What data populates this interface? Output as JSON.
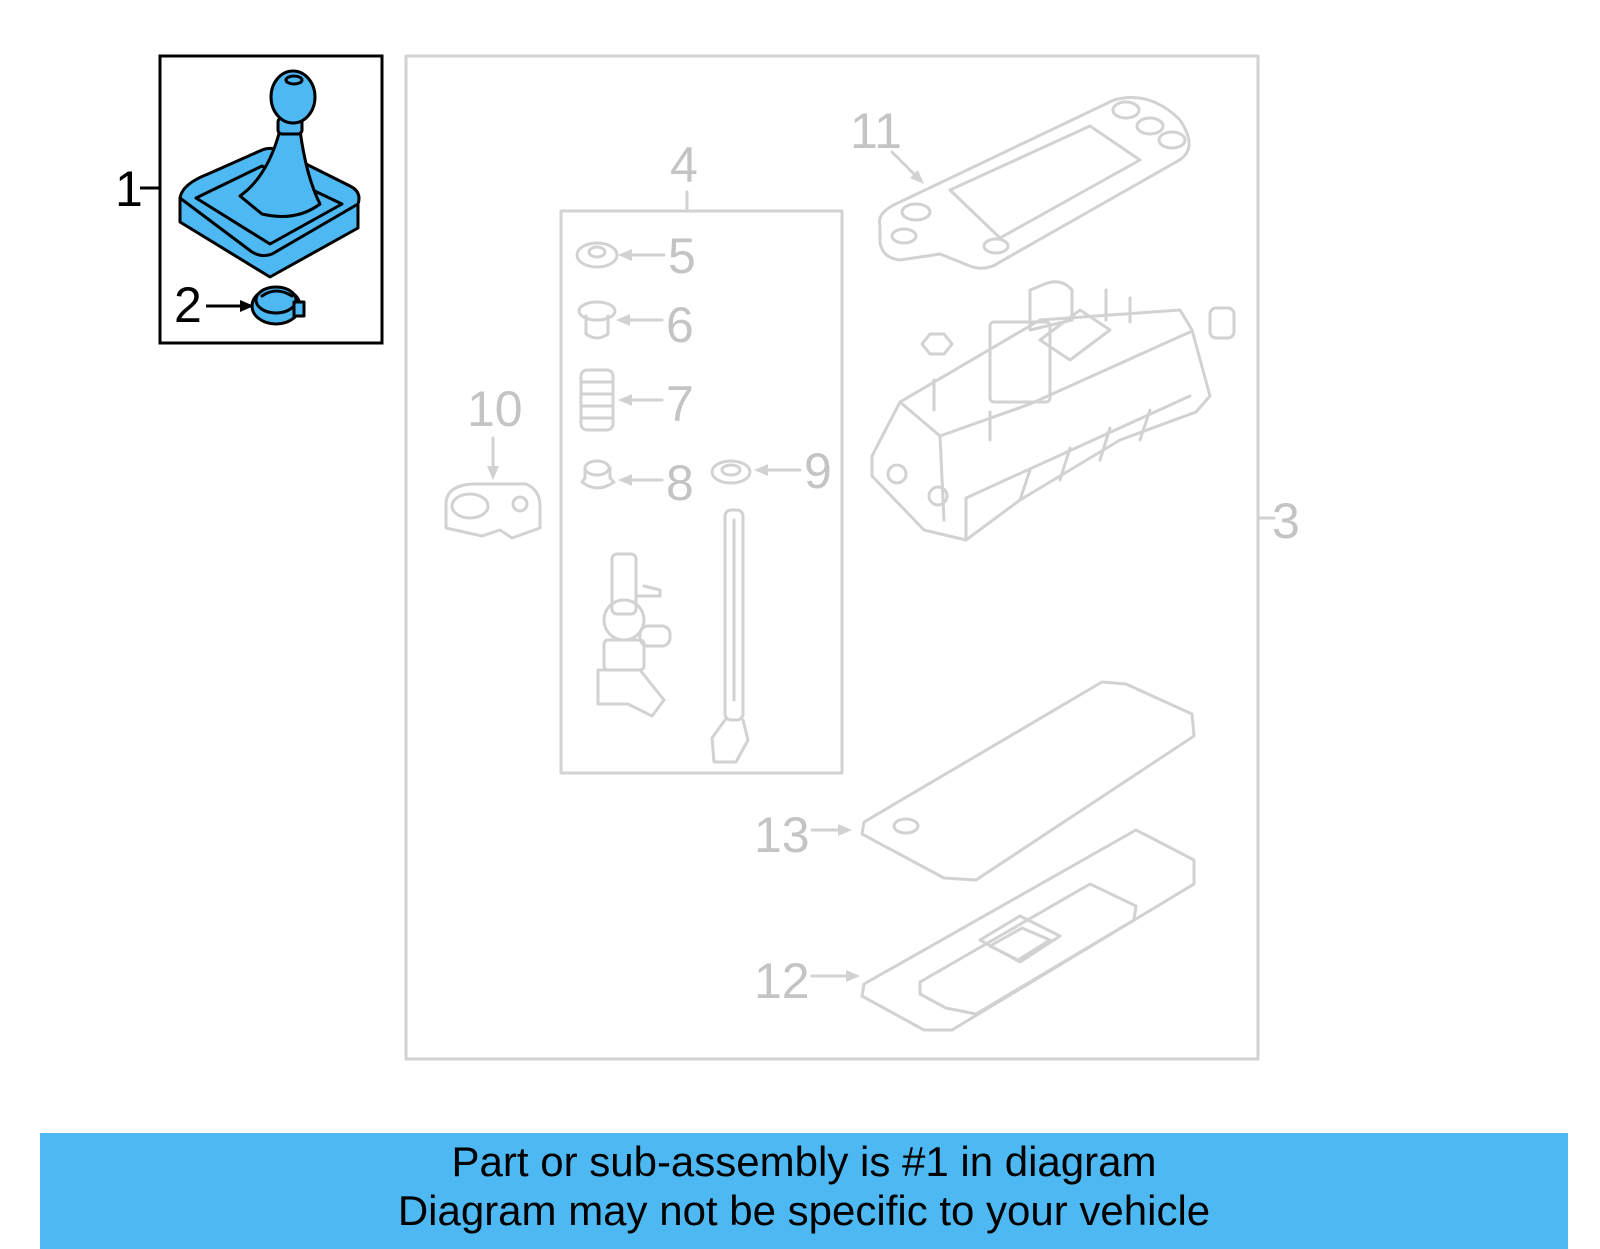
{
  "callouts": {
    "c1": "1",
    "c2": "2",
    "c3": "3",
    "c4": "4",
    "c5": "5",
    "c6": "6",
    "c7": "7",
    "c8": "8",
    "c9": "9",
    "c10": "10",
    "c11": "11",
    "c12": "12",
    "c13": "13"
  },
  "colors": {
    "highlight": "#4db8f2",
    "faded": "#d2d2d2",
    "label_faded": "#c4c4c4"
  },
  "banner": {
    "line1": "Part or sub-assembly is #1 in diagram",
    "line2": "Diagram may not be specific to your vehicle"
  }
}
